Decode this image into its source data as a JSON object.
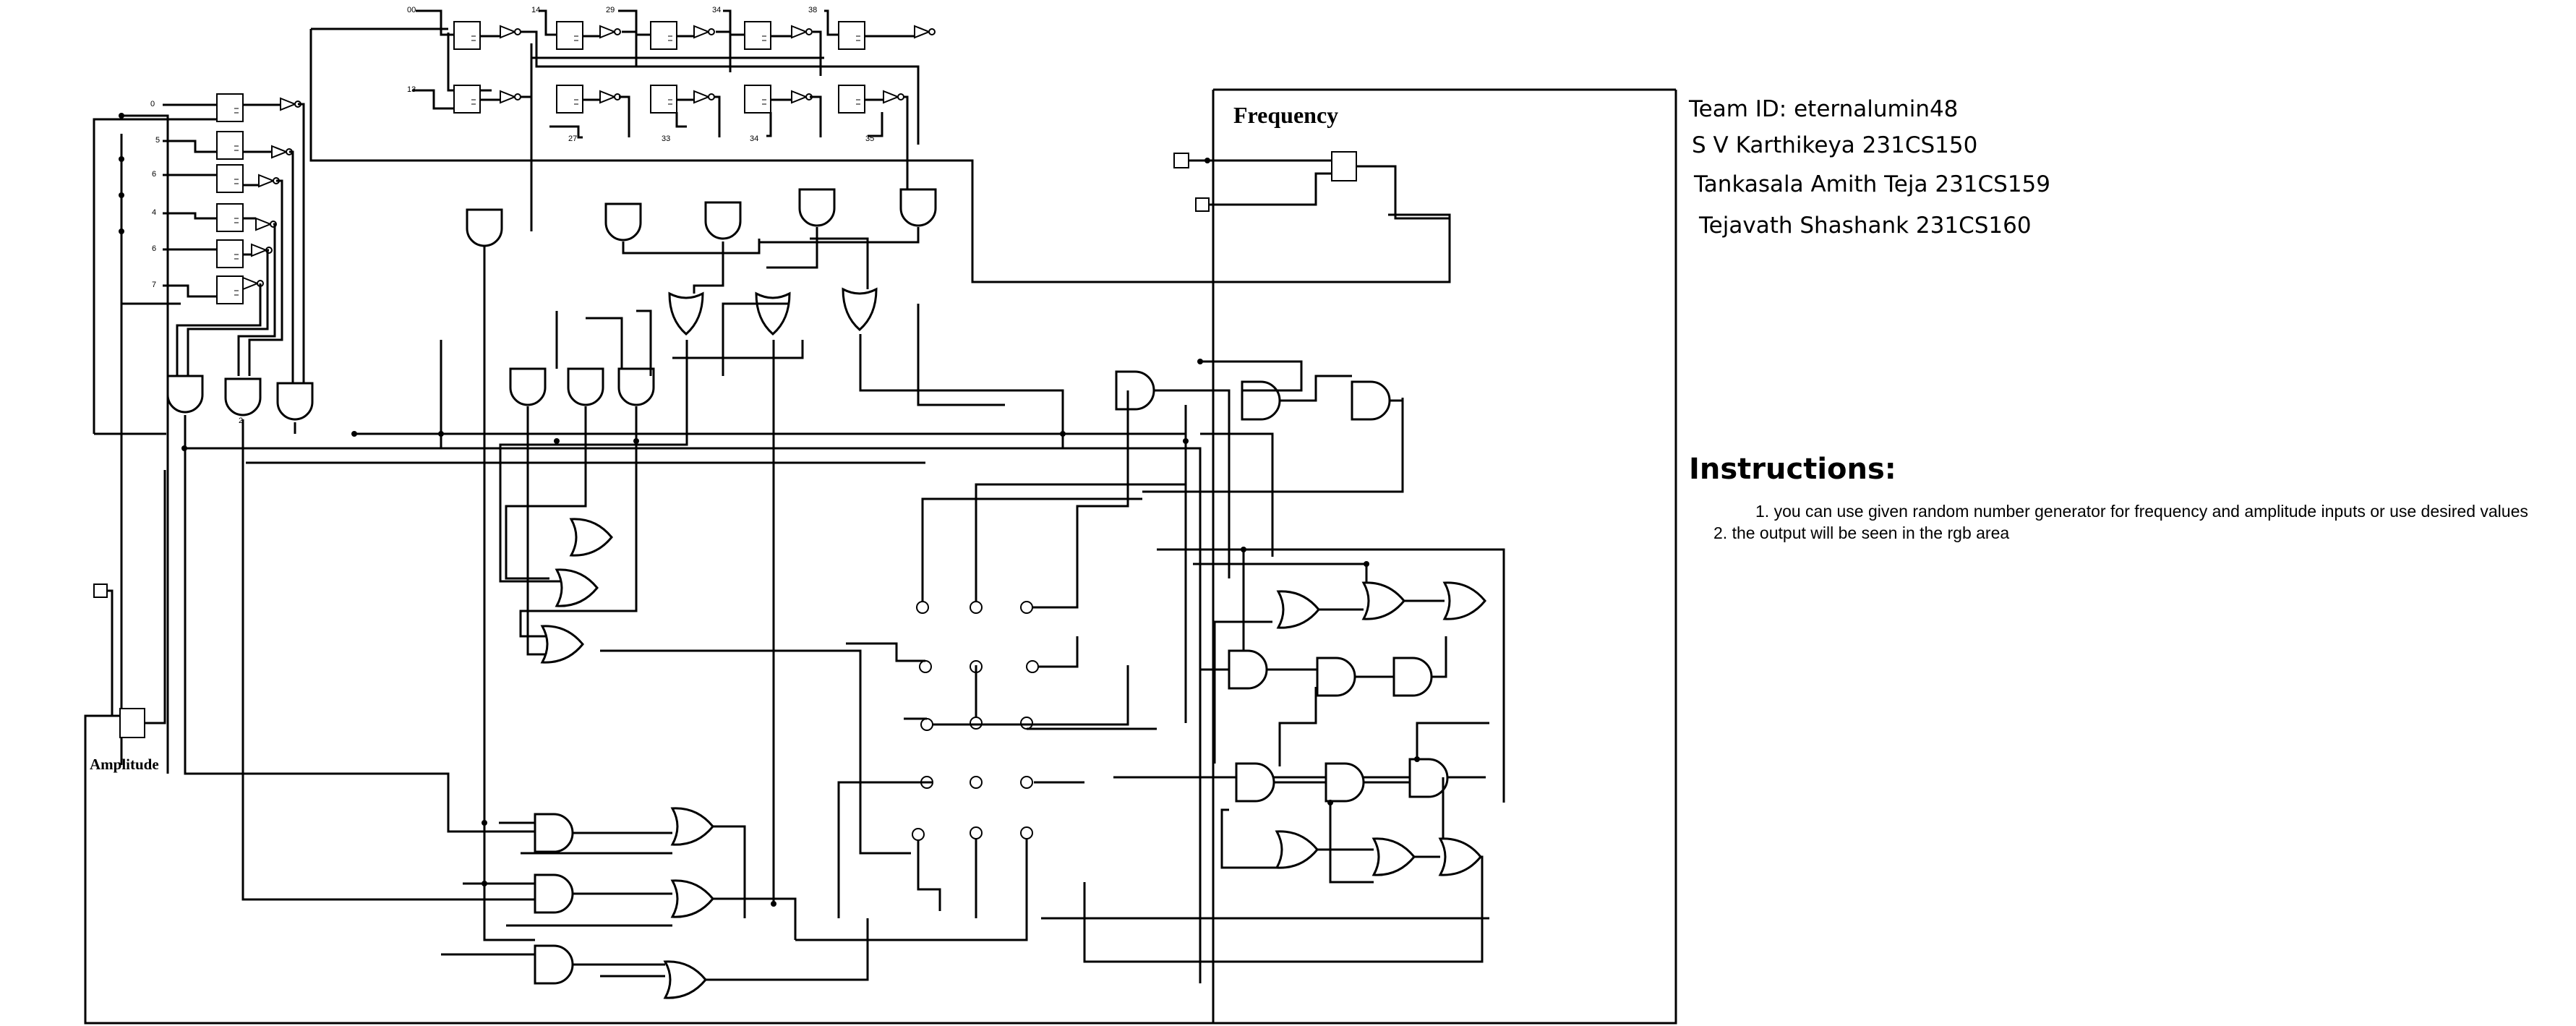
{
  "team": {
    "id_line": "Team ID: eternalumin48",
    "members": [
      "S V Karthikeya 231CS150",
      "Tankasala Amith Teja  231CS159",
      "Tejavath Shashank 231CS160"
    ]
  },
  "instructions": {
    "heading": "Instructions:",
    "items": [
      "1. you can use given random number generator for frequency and amplitude inputs or use desired values",
      "2. the output will be seen in the rgb area"
    ]
  },
  "circuit": {
    "frequency_label": "Frequency",
    "amplitude_label": "Amplitude",
    "top_pin_labels": [
      "00",
      "14",
      "29",
      "34",
      "38",
      "13",
      "27",
      "33",
      "34",
      "35"
    ],
    "left_pin_labels": [
      "0",
      "5",
      "6",
      "4",
      "6",
      "7"
    ],
    "and_gate_label": "2"
  },
  "colors": {
    "wire": "#000000",
    "background": "#ffffff"
  }
}
